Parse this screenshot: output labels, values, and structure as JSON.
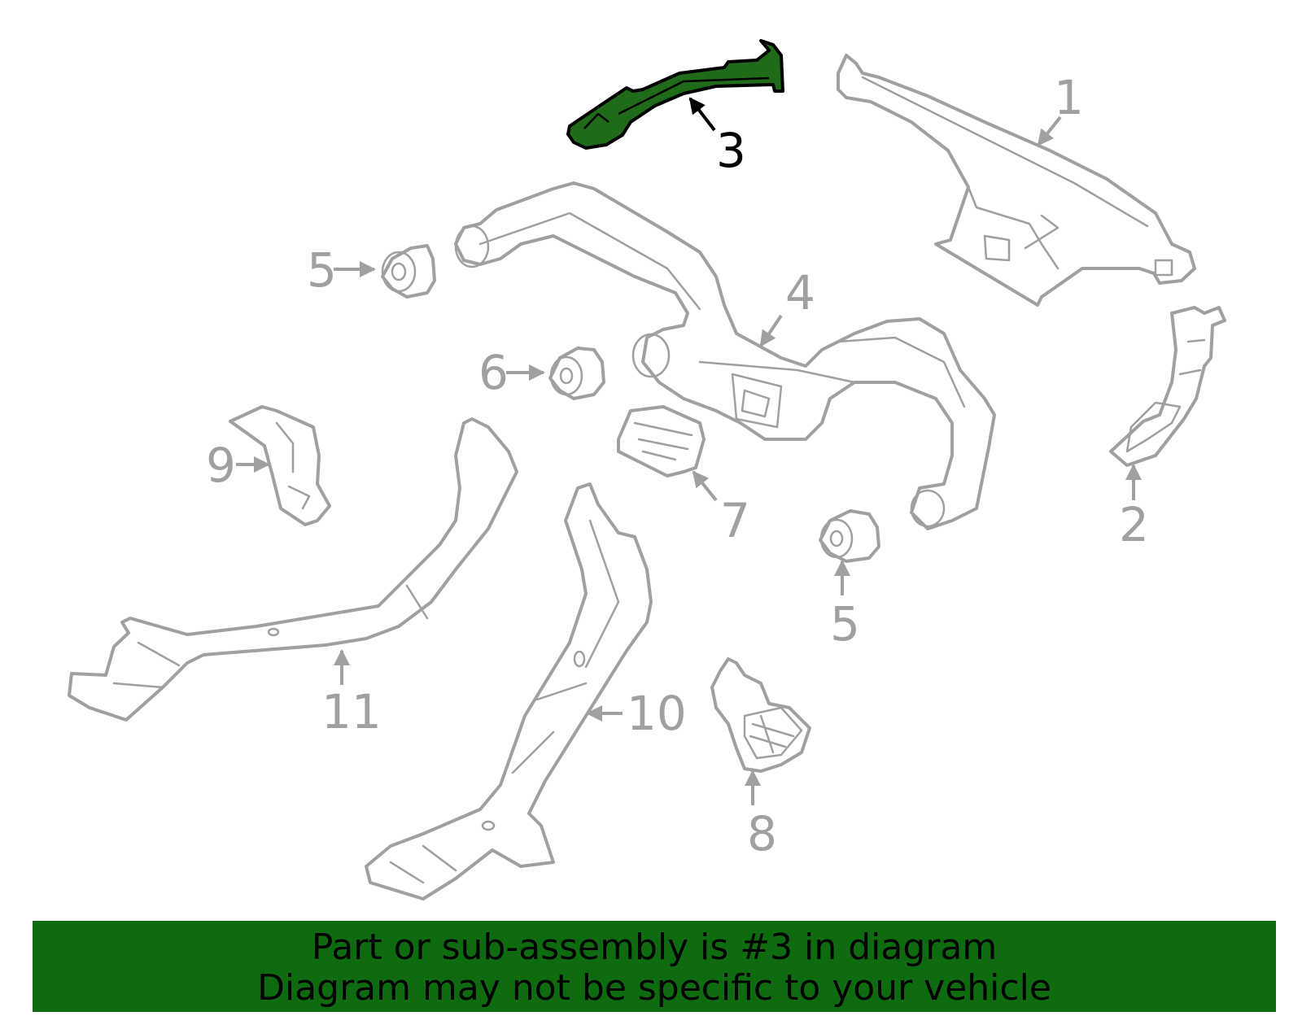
{
  "diagram": {
    "highlight_color": "#1f6b1a",
    "part_color": "#a0a0a0",
    "callouts": {
      "c1": "1",
      "c2": "2",
      "c3": "3",
      "c4": "4",
      "c5a": "5",
      "c5b": "5",
      "c6": "6",
      "c7": "7",
      "c8": "8",
      "c9": "9",
      "c10": "10",
      "c11": "11"
    }
  },
  "banner": {
    "background": "#0f6b0f",
    "line1": "Part or sub-assembly is #3 in diagram",
    "line2": "Diagram may not be specific to your vehicle"
  }
}
